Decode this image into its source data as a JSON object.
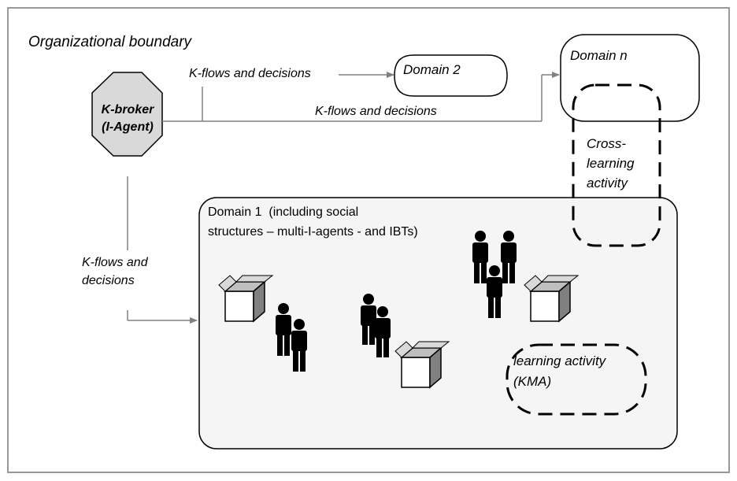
{
  "boundary": {
    "label": "Organizational boundary"
  },
  "broker": {
    "line1": "K-broker",
    "line2": "(I-Agent)"
  },
  "flows": {
    "to_domain2": "K-flows and decisions",
    "to_domain_n": "K-flows and decisions",
    "to_domain1_line1": "K-flows and",
    "to_domain1_line2": "decisions"
  },
  "domain2": {
    "label": "Domain 2"
  },
  "domain_n": {
    "label": "Domain n"
  },
  "cross_learning": {
    "line1": "Cross-",
    "line2": "learning",
    "line3": "activity"
  },
  "domain1": {
    "line1": "Domain 1  (including social",
    "line2": "structures – multi-I-agents - and IBTs)"
  },
  "learning": {
    "line1": "learning activity",
    "line2": "(KMA)"
  },
  "colors": {
    "stroke": "#000000",
    "arrow": "#808080",
    "octagon_fill": "#d9d9d9",
    "domain1_fill": "#f5f5f5",
    "border": "#999999"
  },
  "icons": [
    "octagon-agent-icon",
    "box-icon",
    "person-group-icon",
    "arrow-icon"
  ]
}
